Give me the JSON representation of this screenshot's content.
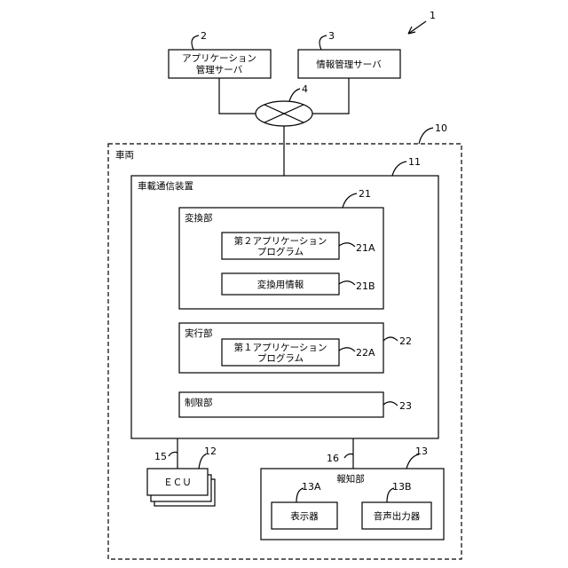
{
  "diagram": {
    "system_ref": "1",
    "app_server": {
      "ref": "2",
      "label_line1": "アプリケーション",
      "label_line2": "管理サーバ"
    },
    "info_server": {
      "ref": "3",
      "label": "情報管理サーバ"
    },
    "network": {
      "ref": "4"
    },
    "vehicle": {
      "ref": "10",
      "label": "車両"
    },
    "onboard_device": {
      "ref": "11",
      "label": "車載通信装置"
    },
    "converter": {
      "ref": "21",
      "label": "変換部"
    },
    "second_app": {
      "ref": "21A",
      "label_line1": "第２アプリケーション",
      "label_line2": "プログラム"
    },
    "conversion_info": {
      "ref": "21B",
      "label": "変換用情報"
    },
    "executor": {
      "ref": "22",
      "label": "実行部"
    },
    "first_app": {
      "ref": "22A",
      "label_line1": "第１アプリケーション",
      "label_line2": "プログラム"
    },
    "restrictor": {
      "ref": "23",
      "label": "制限部"
    },
    "ecu": {
      "ref": "12",
      "label": "ＥＣＵ"
    },
    "ecu_line": {
      "ref": "15"
    },
    "notifier": {
      "ref": "13",
      "label": "報知部"
    },
    "notifier_line": {
      "ref": "16"
    },
    "display": {
      "ref": "13A",
      "label": "表示器"
    },
    "audio": {
      "ref": "13B",
      "label": "音声出力器"
    }
  }
}
